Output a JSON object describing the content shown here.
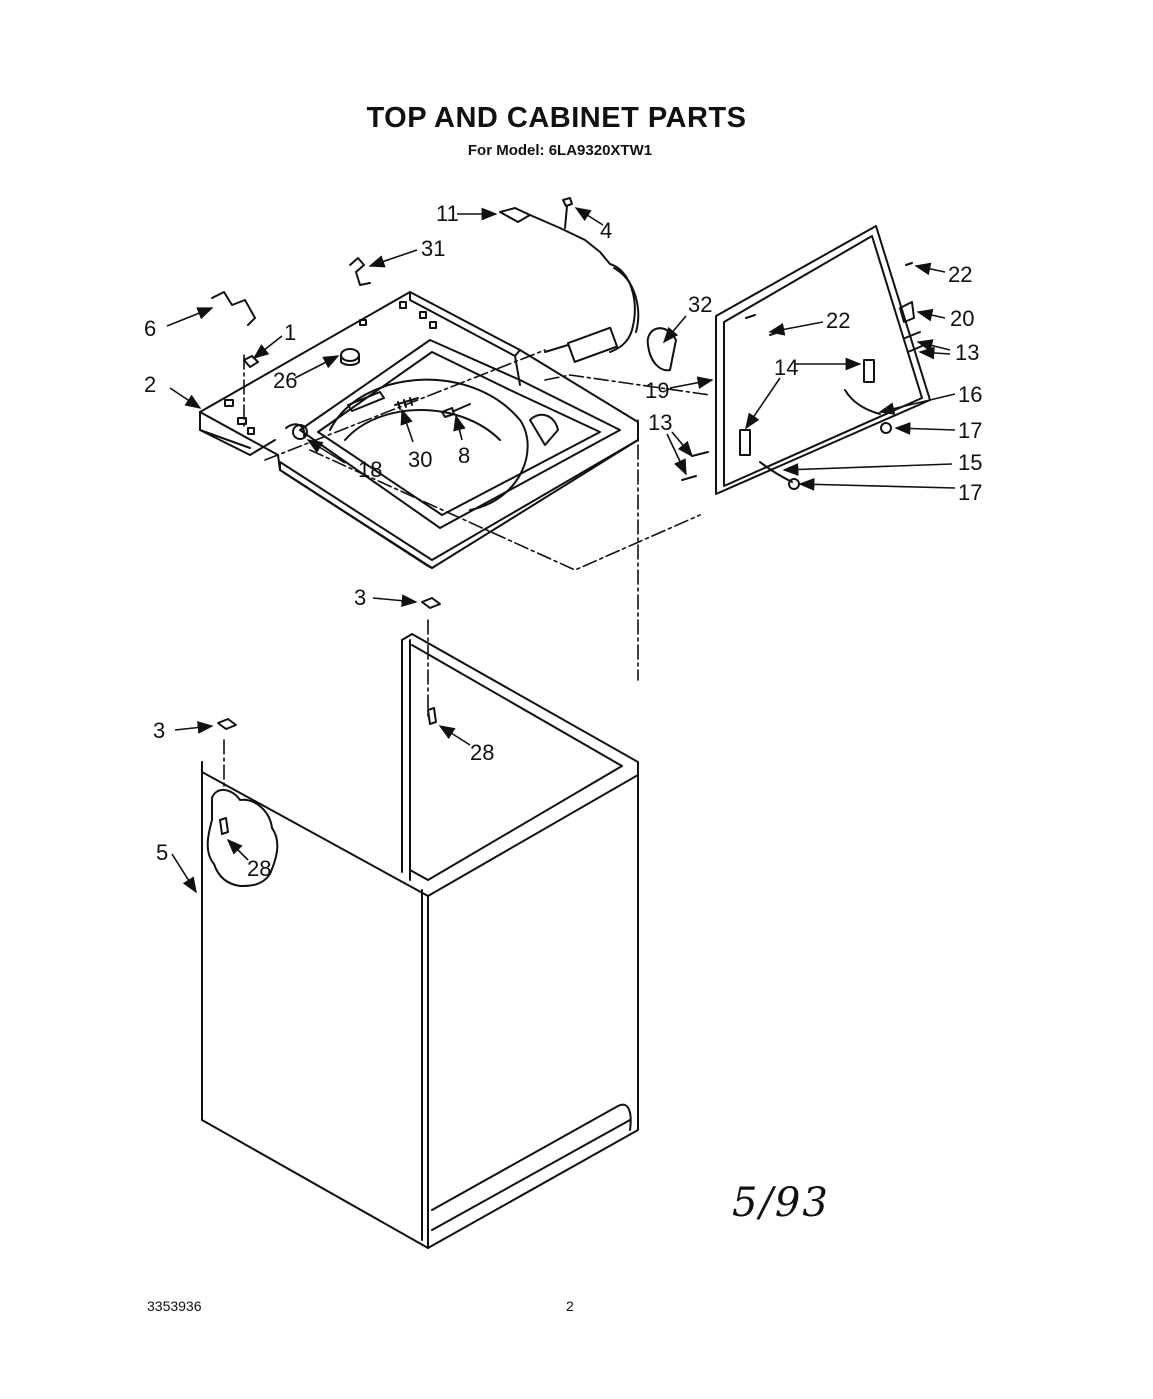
{
  "header": {
    "title": "TOP AND CABINET PARTS",
    "subtitle": "For Model: 6LA9320XTW1"
  },
  "footer": {
    "doc_number": "3353936",
    "page_number": "2"
  },
  "handwritten_date": "5/93",
  "callouts": {
    "c1": "1",
    "c2": "2",
    "c3a": "3",
    "c3b": "3",
    "c4": "4",
    "c5": "5",
    "c6": "6",
    "c8": "8",
    "c11": "11",
    "c13a": "13",
    "c13b": "13",
    "c14": "14",
    "c15": "15",
    "c16": "16",
    "c17a": "17",
    "c17b": "17",
    "c18": "18",
    "c19": "19",
    "c20": "20",
    "c22a": "22",
    "c22b": "22",
    "c26": "26",
    "c28a": "28",
    "c28b": "28",
    "c30": "30",
    "c31": "31",
    "c32": "32"
  }
}
